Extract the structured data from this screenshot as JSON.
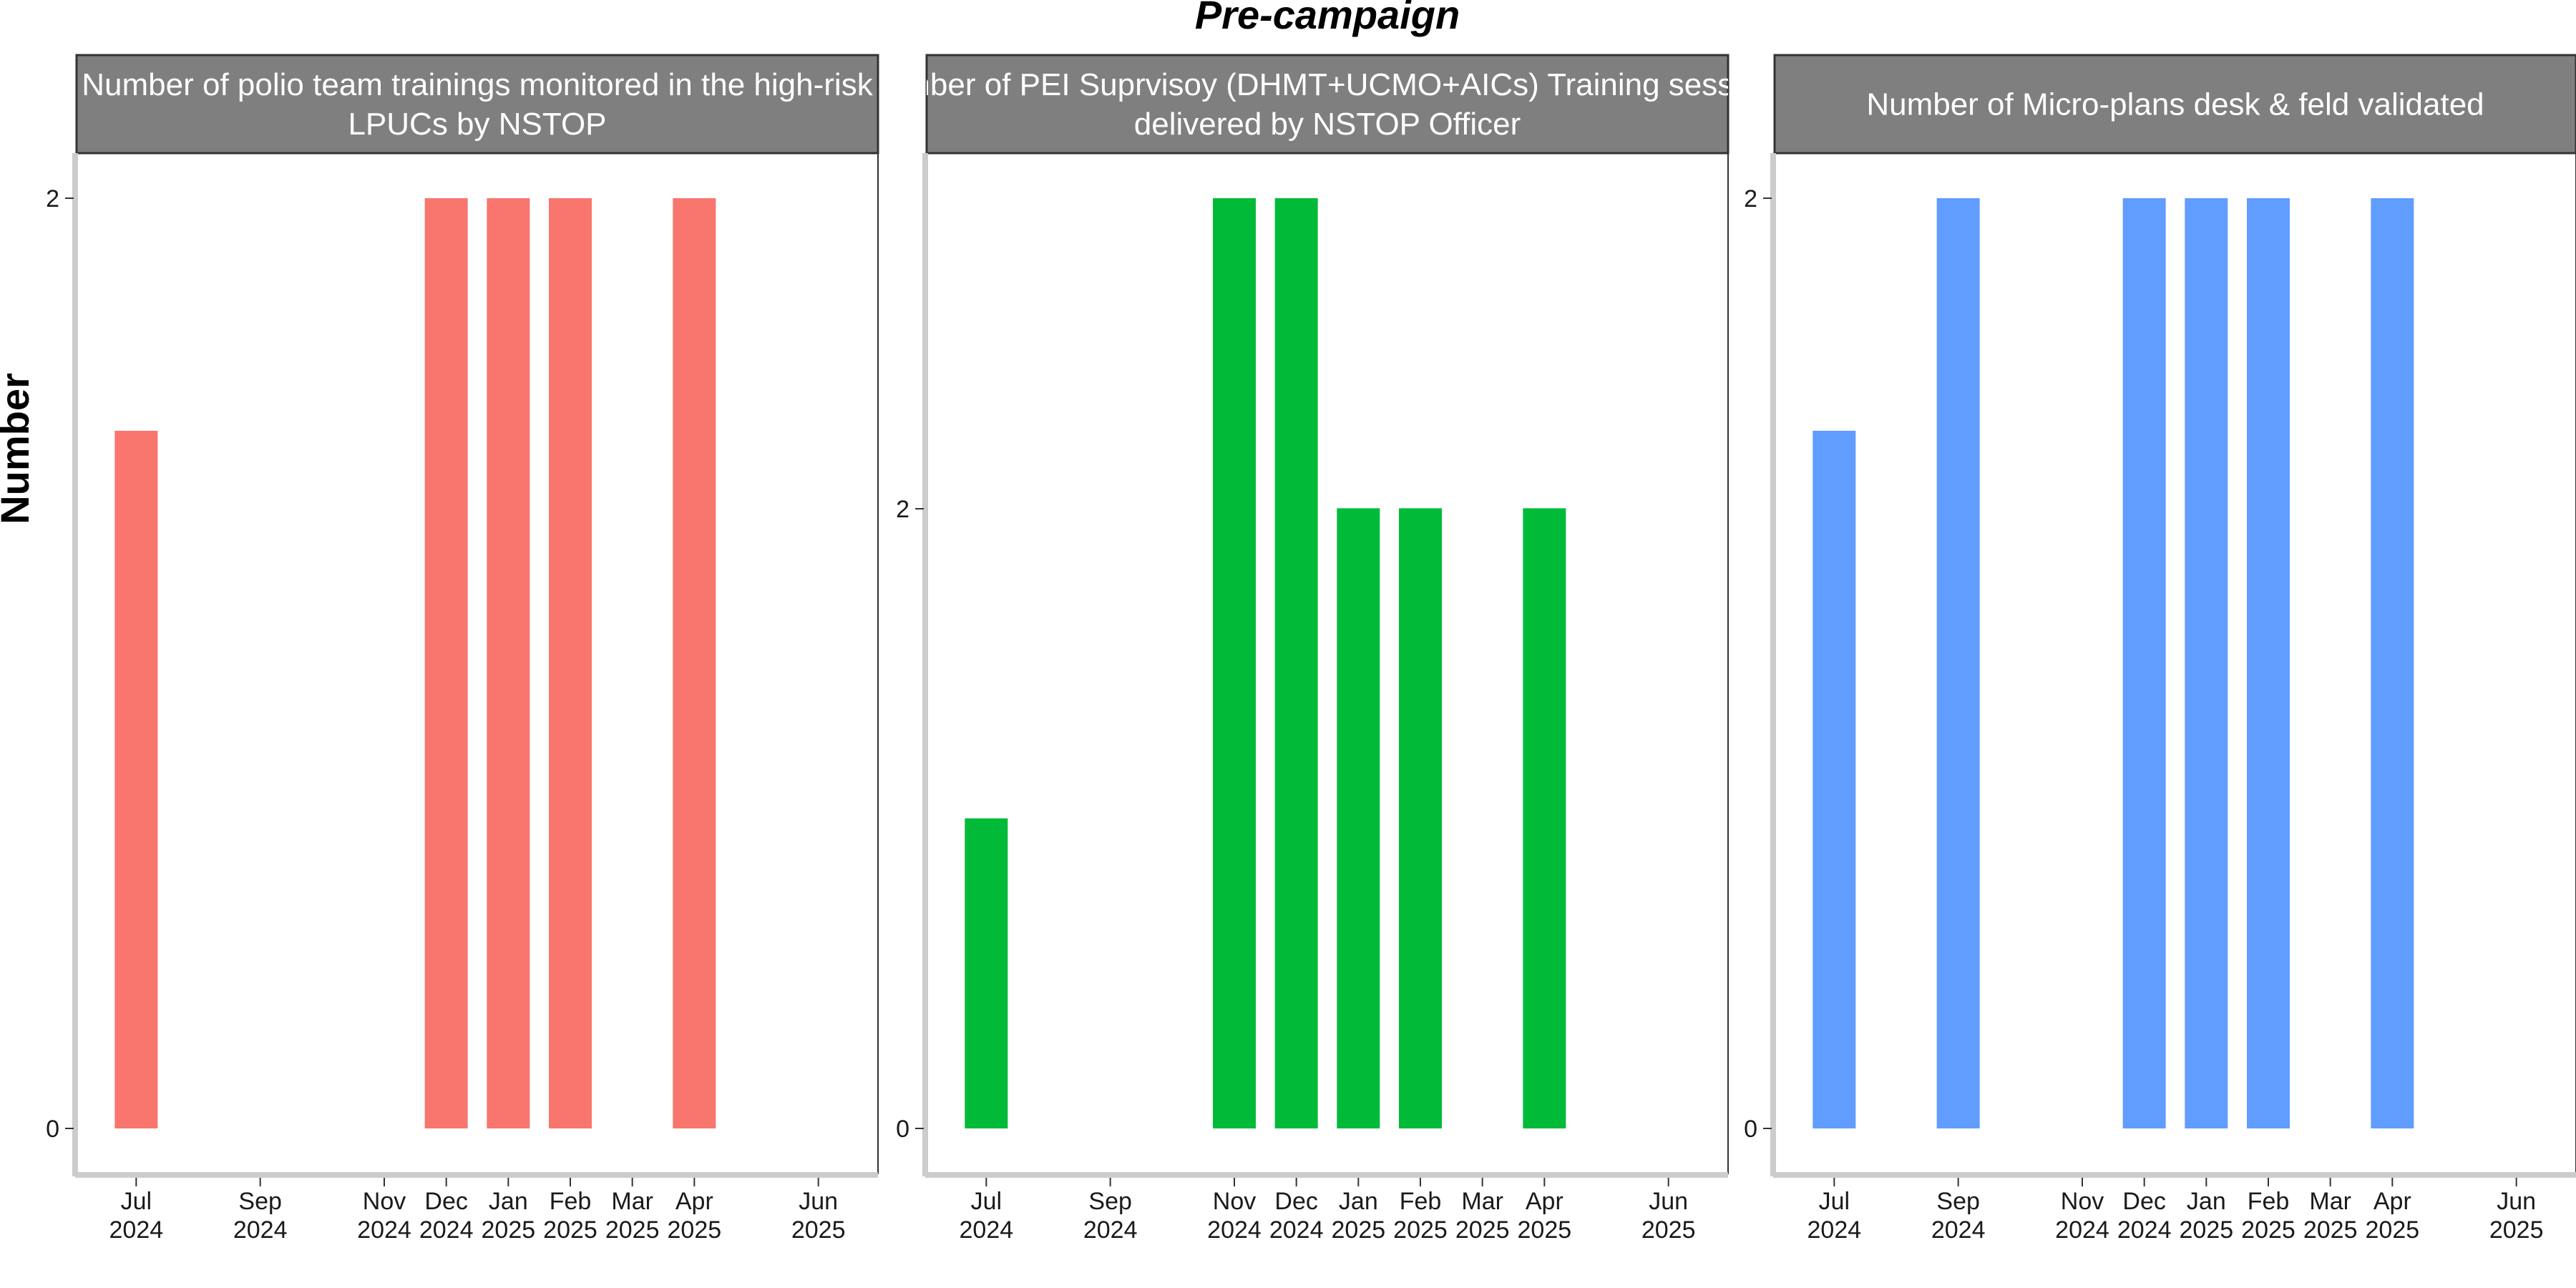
{
  "figure": {
    "title": "Pre-campaign",
    "ylabel": "Number"
  },
  "chart_data": [
    {
      "type": "bar",
      "title": "Number of polio team trainings monitored in the high-risk LPUCs by NSTOP",
      "title_lines": [
        "Number of polio team trainings monitored in the high-risk",
        "LPUCs by NSTOP"
      ],
      "color": "#F8766D",
      "categories": [
        "2024-07",
        "2024-08",
        "2024-09",
        "2024-10",
        "2024-11",
        "2024-12",
        "2025-01",
        "2025-02",
        "2025-03",
        "2025-04",
        "2025-05",
        "2025-06"
      ],
      "values": [
        1.5,
        null,
        null,
        null,
        null,
        2,
        2,
        2,
        null,
        2,
        null,
        null
      ],
      "x_ticks": [
        [
          "Jul",
          "2024"
        ],
        [
          "Sep",
          "2024"
        ],
        [
          "Nov",
          "2024"
        ],
        [
          "Dec",
          "2024"
        ],
        [
          "Jan",
          "2025"
        ],
        [
          "Feb",
          "2025"
        ],
        [
          "Mar",
          "2025"
        ],
        [
          "Apr",
          "2025"
        ],
        [
          "Jun",
          "2025"
        ]
      ],
      "x_tick_months": [
        "2024-07",
        "2024-09",
        "2024-11",
        "2024-12",
        "2025-01",
        "2025-02",
        "2025-03",
        "2025-04",
        "2025-06"
      ],
      "y_ticks": [
        0,
        2
      ],
      "ylim": [
        -0.1,
        2.1
      ]
    },
    {
      "type": "bar",
      "title": "Number of PEI Suprvisoy (DHMT+UCMO+AICs) Training sessions delivered by NSTOP Officer",
      "title_lines": [
        "Number of PEI Suprvisoy (DHMT+UCMO+AICs) Training sessions",
        "delivered by NSTOP Officer"
      ],
      "color": "#00BA38",
      "categories": [
        "2024-07",
        "2024-08",
        "2024-09",
        "2024-10",
        "2024-11",
        "2024-12",
        "2025-01",
        "2025-02",
        "2025-03",
        "2025-04",
        "2025-05",
        "2025-06"
      ],
      "values": [
        1,
        null,
        null,
        null,
        3,
        3,
        2,
        2,
        null,
        2,
        null,
        null
      ],
      "x_ticks": [
        [
          "Jul",
          "2024"
        ],
        [
          "Sep",
          "2024"
        ],
        [
          "Nov",
          "2024"
        ],
        [
          "Dec",
          "2024"
        ],
        [
          "Jan",
          "2025"
        ],
        [
          "Feb",
          "2025"
        ],
        [
          "Mar",
          "2025"
        ],
        [
          "Apr",
          "2025"
        ],
        [
          "Jun",
          "2025"
        ]
      ],
      "x_tick_months": [
        "2024-07",
        "2024-09",
        "2024-11",
        "2024-12",
        "2025-01",
        "2025-02",
        "2025-03",
        "2025-04",
        "2025-06"
      ],
      "y_ticks": [
        0,
        2
      ],
      "ylim": [
        -0.15,
        3.15
      ]
    },
    {
      "type": "bar",
      "title": "Number of Micro-plans desk & feld validated",
      "title_lines": [
        "Number of Micro-plans desk & feld validated"
      ],
      "color": "#619CFF",
      "categories": [
        "2024-07",
        "2024-08",
        "2024-09",
        "2024-10",
        "2024-11",
        "2024-12",
        "2025-01",
        "2025-02",
        "2025-03",
        "2025-04",
        "2025-05",
        "2025-06"
      ],
      "values": [
        1.5,
        null,
        2,
        null,
        null,
        2,
        2,
        2,
        null,
        2,
        null,
        null
      ],
      "x_ticks": [
        [
          "Jul",
          "2024"
        ],
        [
          "Sep",
          "2024"
        ],
        [
          "Nov",
          "2024"
        ],
        [
          "Dec",
          "2024"
        ],
        [
          "Jan",
          "2025"
        ],
        [
          "Feb",
          "2025"
        ],
        [
          "Mar",
          "2025"
        ],
        [
          "Apr",
          "2025"
        ],
        [
          "Jun",
          "2025"
        ]
      ],
      "x_tick_months": [
        "2024-07",
        "2024-09",
        "2024-11",
        "2024-12",
        "2025-01",
        "2025-02",
        "2025-03",
        "2025-04",
        "2025-06"
      ],
      "y_ticks": [
        0,
        2
      ],
      "ylim": [
        -0.1,
        2.1
      ]
    }
  ],
  "style": {
    "strip_fill": "#7f7f7f",
    "panel_border": "#333333",
    "axis_line": "#cccccc",
    "tick_color": "#333333"
  }
}
